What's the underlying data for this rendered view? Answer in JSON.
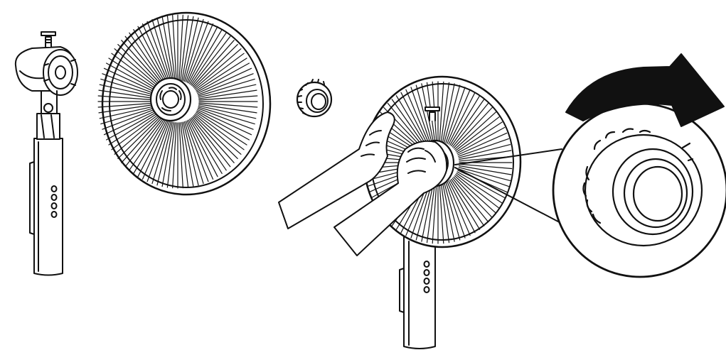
{
  "figure": {
    "kind": "assembly-illustration",
    "style": "black line art on white",
    "colors": {
      "line": "#111111",
      "background": "#ffffff",
      "arrow": "#111111"
    },
    "parts": [
      {
        "id": "motor-head-on-pole",
        "icon": "fan-motor-head-icon",
        "control_buttons": 4
      },
      {
        "id": "rear-grille",
        "icon": "fan-grille-icon"
      },
      {
        "id": "locking-nut",
        "icon": "locking-nut-icon"
      },
      {
        "id": "assembly-step",
        "icon": "hands-tightening-icon",
        "control_buttons": 4
      },
      {
        "id": "detail-callout",
        "icon": "zoom-callout-icon"
      },
      {
        "id": "rotation-direction",
        "icon": "clockwise-arrow-icon",
        "direction": "clockwise"
      }
    ]
  }
}
